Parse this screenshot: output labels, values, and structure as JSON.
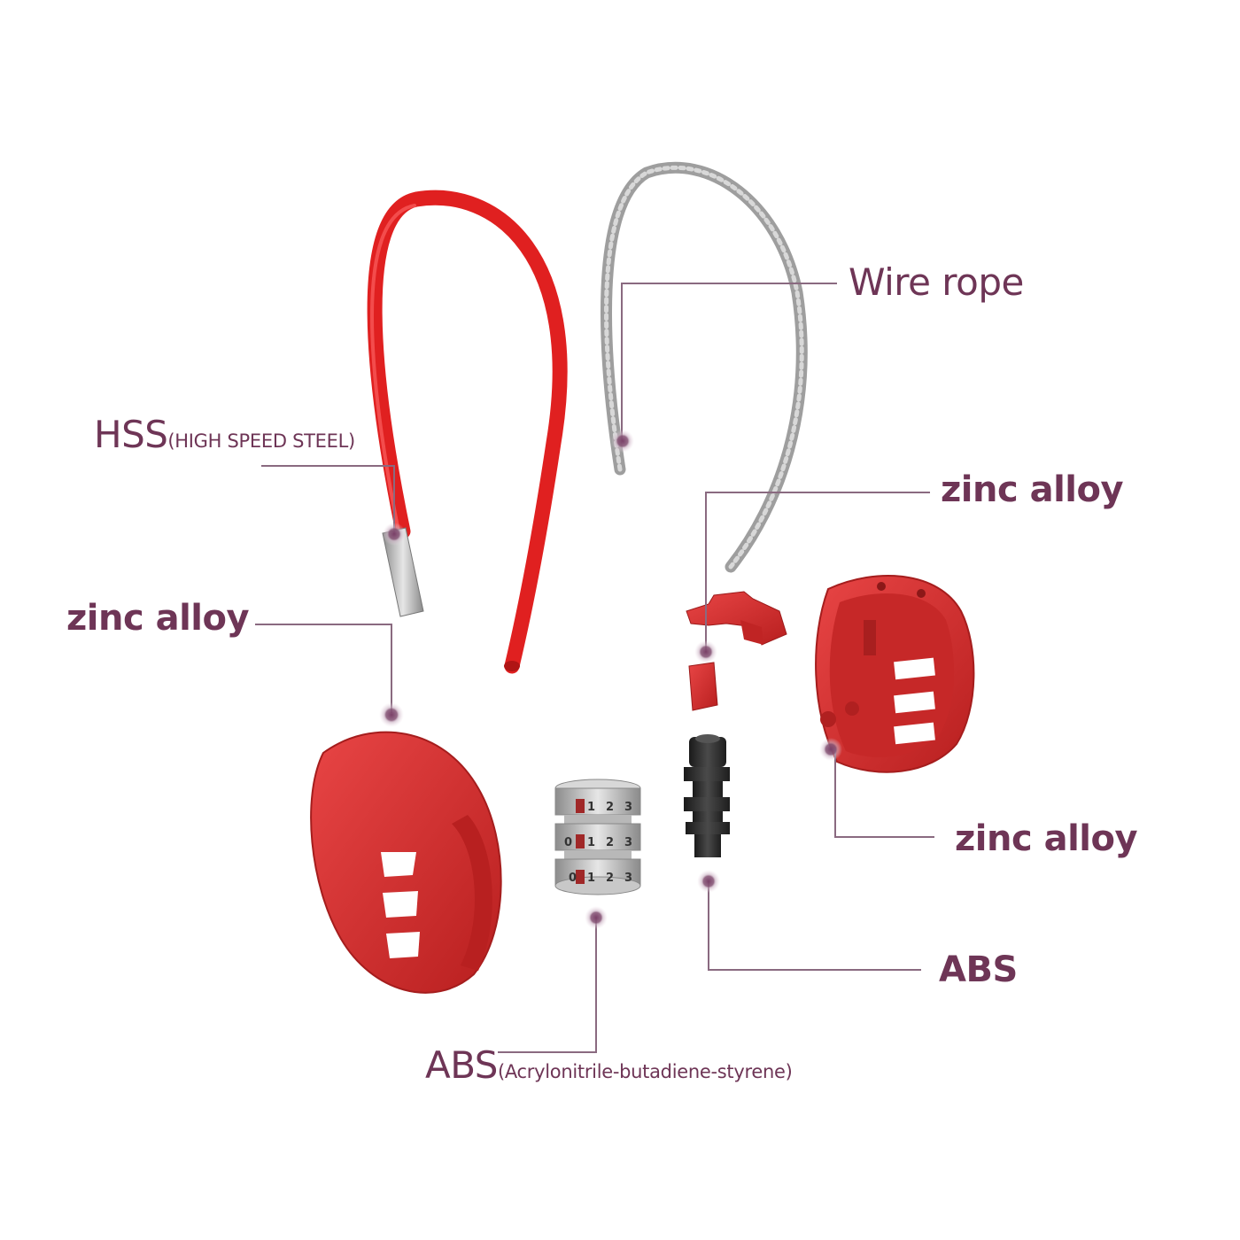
{
  "labels": {
    "wire_rope": "Wire rope",
    "hss_main": "HSS",
    "hss_sub": "(HIGH SPEED STEEL)",
    "zinc_alloy_top": "zinc alloy",
    "zinc_alloy_left": "zinc alloy",
    "zinc_alloy_right": "zinc alloy",
    "abs_right": "ABS",
    "abs_bottom_main": "ABS",
    "abs_bottom_sub": "(Acrylonitrile-butadiene-styrene)"
  },
  "dial_digits": [
    "0",
    "1",
    "2",
    "3"
  ],
  "colors": {
    "label_text": "#6e3556",
    "leader_line": "#8a6a80",
    "marker_dot": "#8a5a7a",
    "cable_red": "#e02020",
    "housing_red": "#d32b2b",
    "steel_grey": "#a8a8a8",
    "abs_black": "#2a2a2a"
  }
}
